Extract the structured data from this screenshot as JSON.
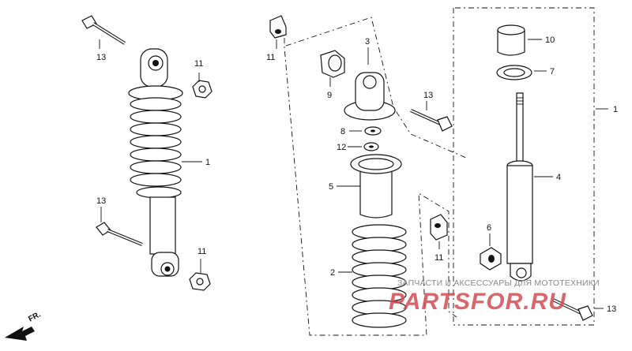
{
  "callouts": {
    "c1_left": "1",
    "c1_right": "1",
    "c2": "2",
    "c3": "3",
    "c4": "4",
    "c5": "5",
    "c6": "6",
    "c7": "7",
    "c8": "8",
    "c9": "9",
    "c10": "10",
    "c11_top_left": "11",
    "c11_center_top": "11",
    "c11_center_mid": "11",
    "c11_bottom_left": "11",
    "c12": "12",
    "c13_top_left": "13",
    "c13_mid_left": "13",
    "c13_center": "13",
    "c13_bottom_right": "13"
  },
  "direction_marker": {
    "label": "FR."
  },
  "watermark": {
    "caption": "ЗАПЧАСТИ И АКСЕССУАРЫ ДЛЯ МОТОТЕХНИКИ",
    "logo": "PARTSFOR.RU",
    "logo_color": "#d24b52"
  }
}
